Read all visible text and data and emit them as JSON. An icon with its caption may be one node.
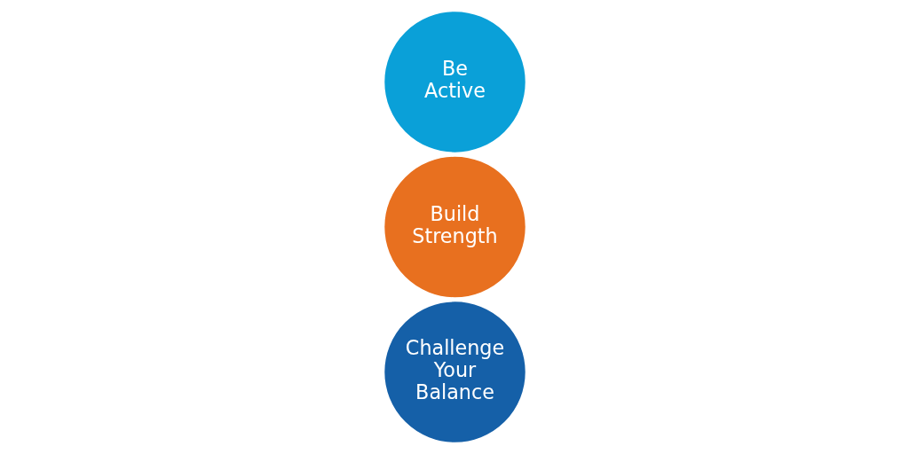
{
  "diagram": {
    "nodes": [
      {
        "text": [
          "Challenge Your Balance"
        ]
      },
      {
        "text": [
          "Build Strength"
        ]
      },
      {
        "text": [
          "Be Active"
        ]
      }
    ]
  }
}
